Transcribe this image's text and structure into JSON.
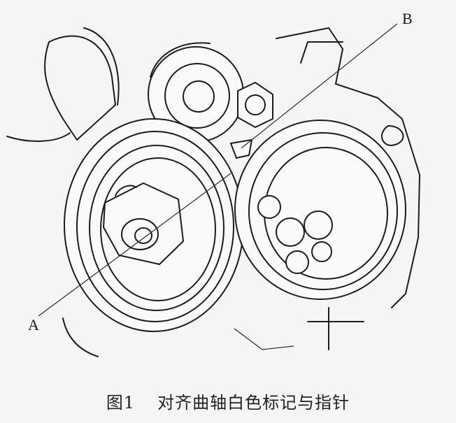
{
  "figure": {
    "callouts": {
      "a": "A",
      "b": "B"
    },
    "caption": {
      "number": "图1",
      "text": "对齐曲轴白色标记与指针"
    }
  },
  "icons": [
    "crankshaft-pulley-icon",
    "tensioner-pulley-icon",
    "idler-pulley-icon",
    "timing-pointer-icon"
  ]
}
